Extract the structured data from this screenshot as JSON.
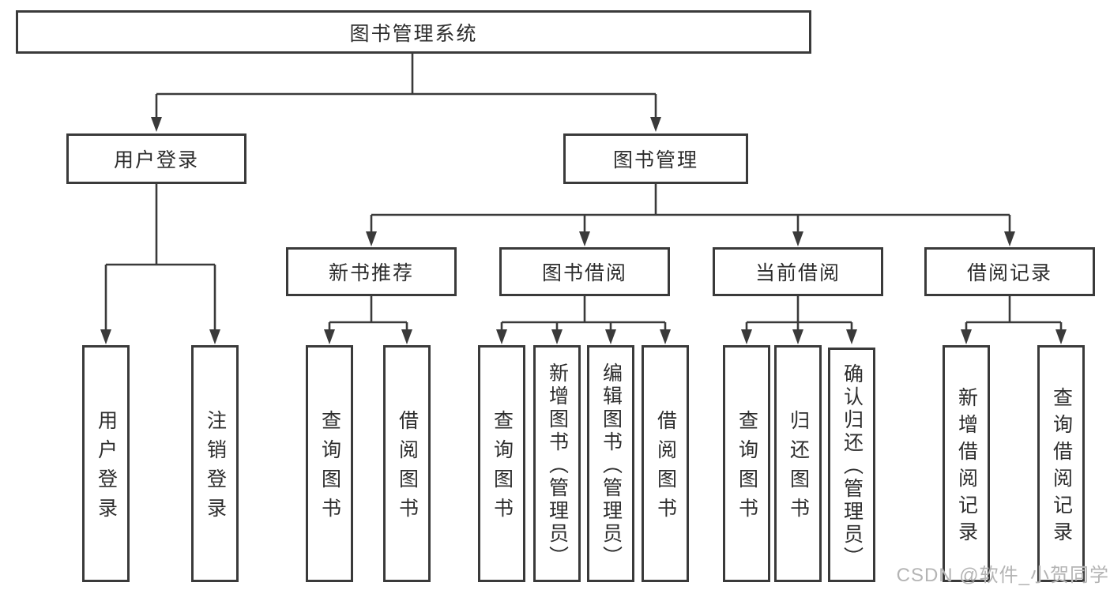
{
  "diagram": {
    "root": {
      "label": "图书管理系统"
    },
    "branches": [
      {
        "label": "用户登录",
        "children": [
          {
            "label": "用户登录"
          },
          {
            "label": "注销登录"
          }
        ]
      },
      {
        "label": "图书管理",
        "groups": [
          {
            "label": "新书推荐",
            "children": [
              {
                "label": "查询图书"
              },
              {
                "label": "借阅图书"
              }
            ]
          },
          {
            "label": "图书借阅",
            "children": [
              {
                "label": "查询图书"
              },
              {
                "label": "新增图书（管理员）"
              },
              {
                "label": "编辑图书（管理员）"
              },
              {
                "label": "借阅图书"
              }
            ]
          },
          {
            "label": "当前借阅",
            "children": [
              {
                "label": "查询图书"
              },
              {
                "label": "归还图书"
              },
              {
                "label": "确认归还（管理员）"
              }
            ]
          },
          {
            "label": "借阅记录",
            "children": [
              {
                "label": "新增借阅记录"
              },
              {
                "label": "查询借阅记录"
              }
            ]
          }
        ]
      }
    ]
  },
  "watermark": {
    "text": "CSDN @软件_小贺同学"
  },
  "colors": {
    "line": "#3a3a3a",
    "box_border": "#3a3a3a",
    "text": "#2d2d2d",
    "background": "#ffffff",
    "watermark": "#b4b4b4"
  }
}
